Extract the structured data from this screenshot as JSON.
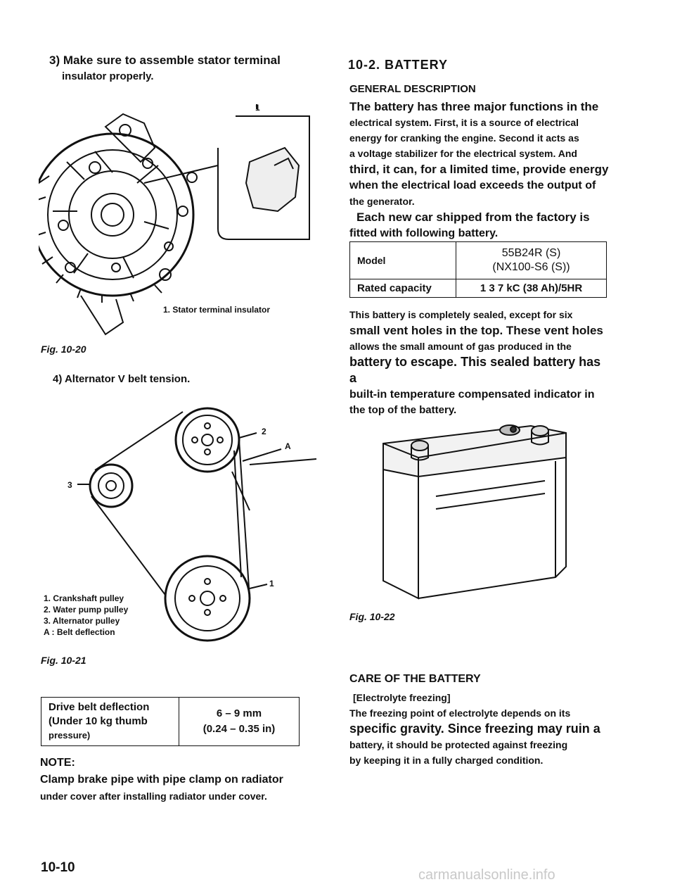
{
  "left": {
    "step3_line1": "3) Make sure to assemble stator terminal",
    "step3_line2": "insulator properly.",
    "fig20_callout_num": "1",
    "fig20_legend": "1. Stator terminal insulator",
    "fig20_label": "Fig. 10-20",
    "step4": "4) Alternator V belt tension.",
    "fig21_callouts": [
      "2",
      "A",
      "3",
      "1"
    ],
    "fig21_legend": [
      "1. Crankshaft pulley",
      "2. Water pump pulley",
      "3. Alternator pulley",
      "A  :  Belt deflection"
    ],
    "fig21_label": "Fig. 10-21",
    "deflection_table": {
      "label_line1": "Drive belt deflection",
      "label_line2": "(Under 10 kg thumb",
      "label_line3": "pressure)",
      "value_line1": "6 – 9 mm",
      "value_line2": "(0.24 – 0.35 in)"
    },
    "note_title": "NOTE:",
    "note_line1": "Clamp brake pipe with pipe clamp on radiator",
    "note_line2": "under cover after installing radiator under cover."
  },
  "right": {
    "section_title": "10-2. BATTERY",
    "general_heading": "GENERAL DESCRIPTION",
    "general_lines": [
      "The battery has three major functions in the",
      "electrical system. First, it is a source of electrical",
      "energy for cranking the engine. Second it acts as",
      "a voltage stabilizer for the electrical system. And",
      "third, it can, for a limited time, provide energy",
      "when the electrical load exceeds the output of",
      "the generator.",
      "Each new car shipped from the factory is",
      "fitted with following battery."
    ],
    "battery_table": {
      "model_label": "Model",
      "model_value_line1": "55B24R (S)",
      "model_value_line2": "(NX100-S6 (S))",
      "capacity_label": "Rated capacity",
      "capacity_value": "1 3 7 kC (38 Ah)/5HR"
    },
    "sealed_lines": [
      "This battery is completely sealed, except for six",
      "small vent holes in the top. These vent holes",
      "allows the small amount of gas produced in the",
      "battery to escape. This sealed battery has a",
      "built-in temperature compensated indicator in",
      "the top of the battery."
    ],
    "fig22_label": "Fig. 10-22",
    "care_heading": "CARE OF THE BATTERY",
    "care_sub": "[Electrolyte freezing]",
    "care_lines": [
      "The freezing point of electrolyte depends on its",
      "specific gravity. Since freezing may ruin a",
      "battery, it should be protected against freezing",
      "by keeping it in a fully charged condition."
    ]
  },
  "page_number": "10-10",
  "watermark": "carmanualsonline.info"
}
